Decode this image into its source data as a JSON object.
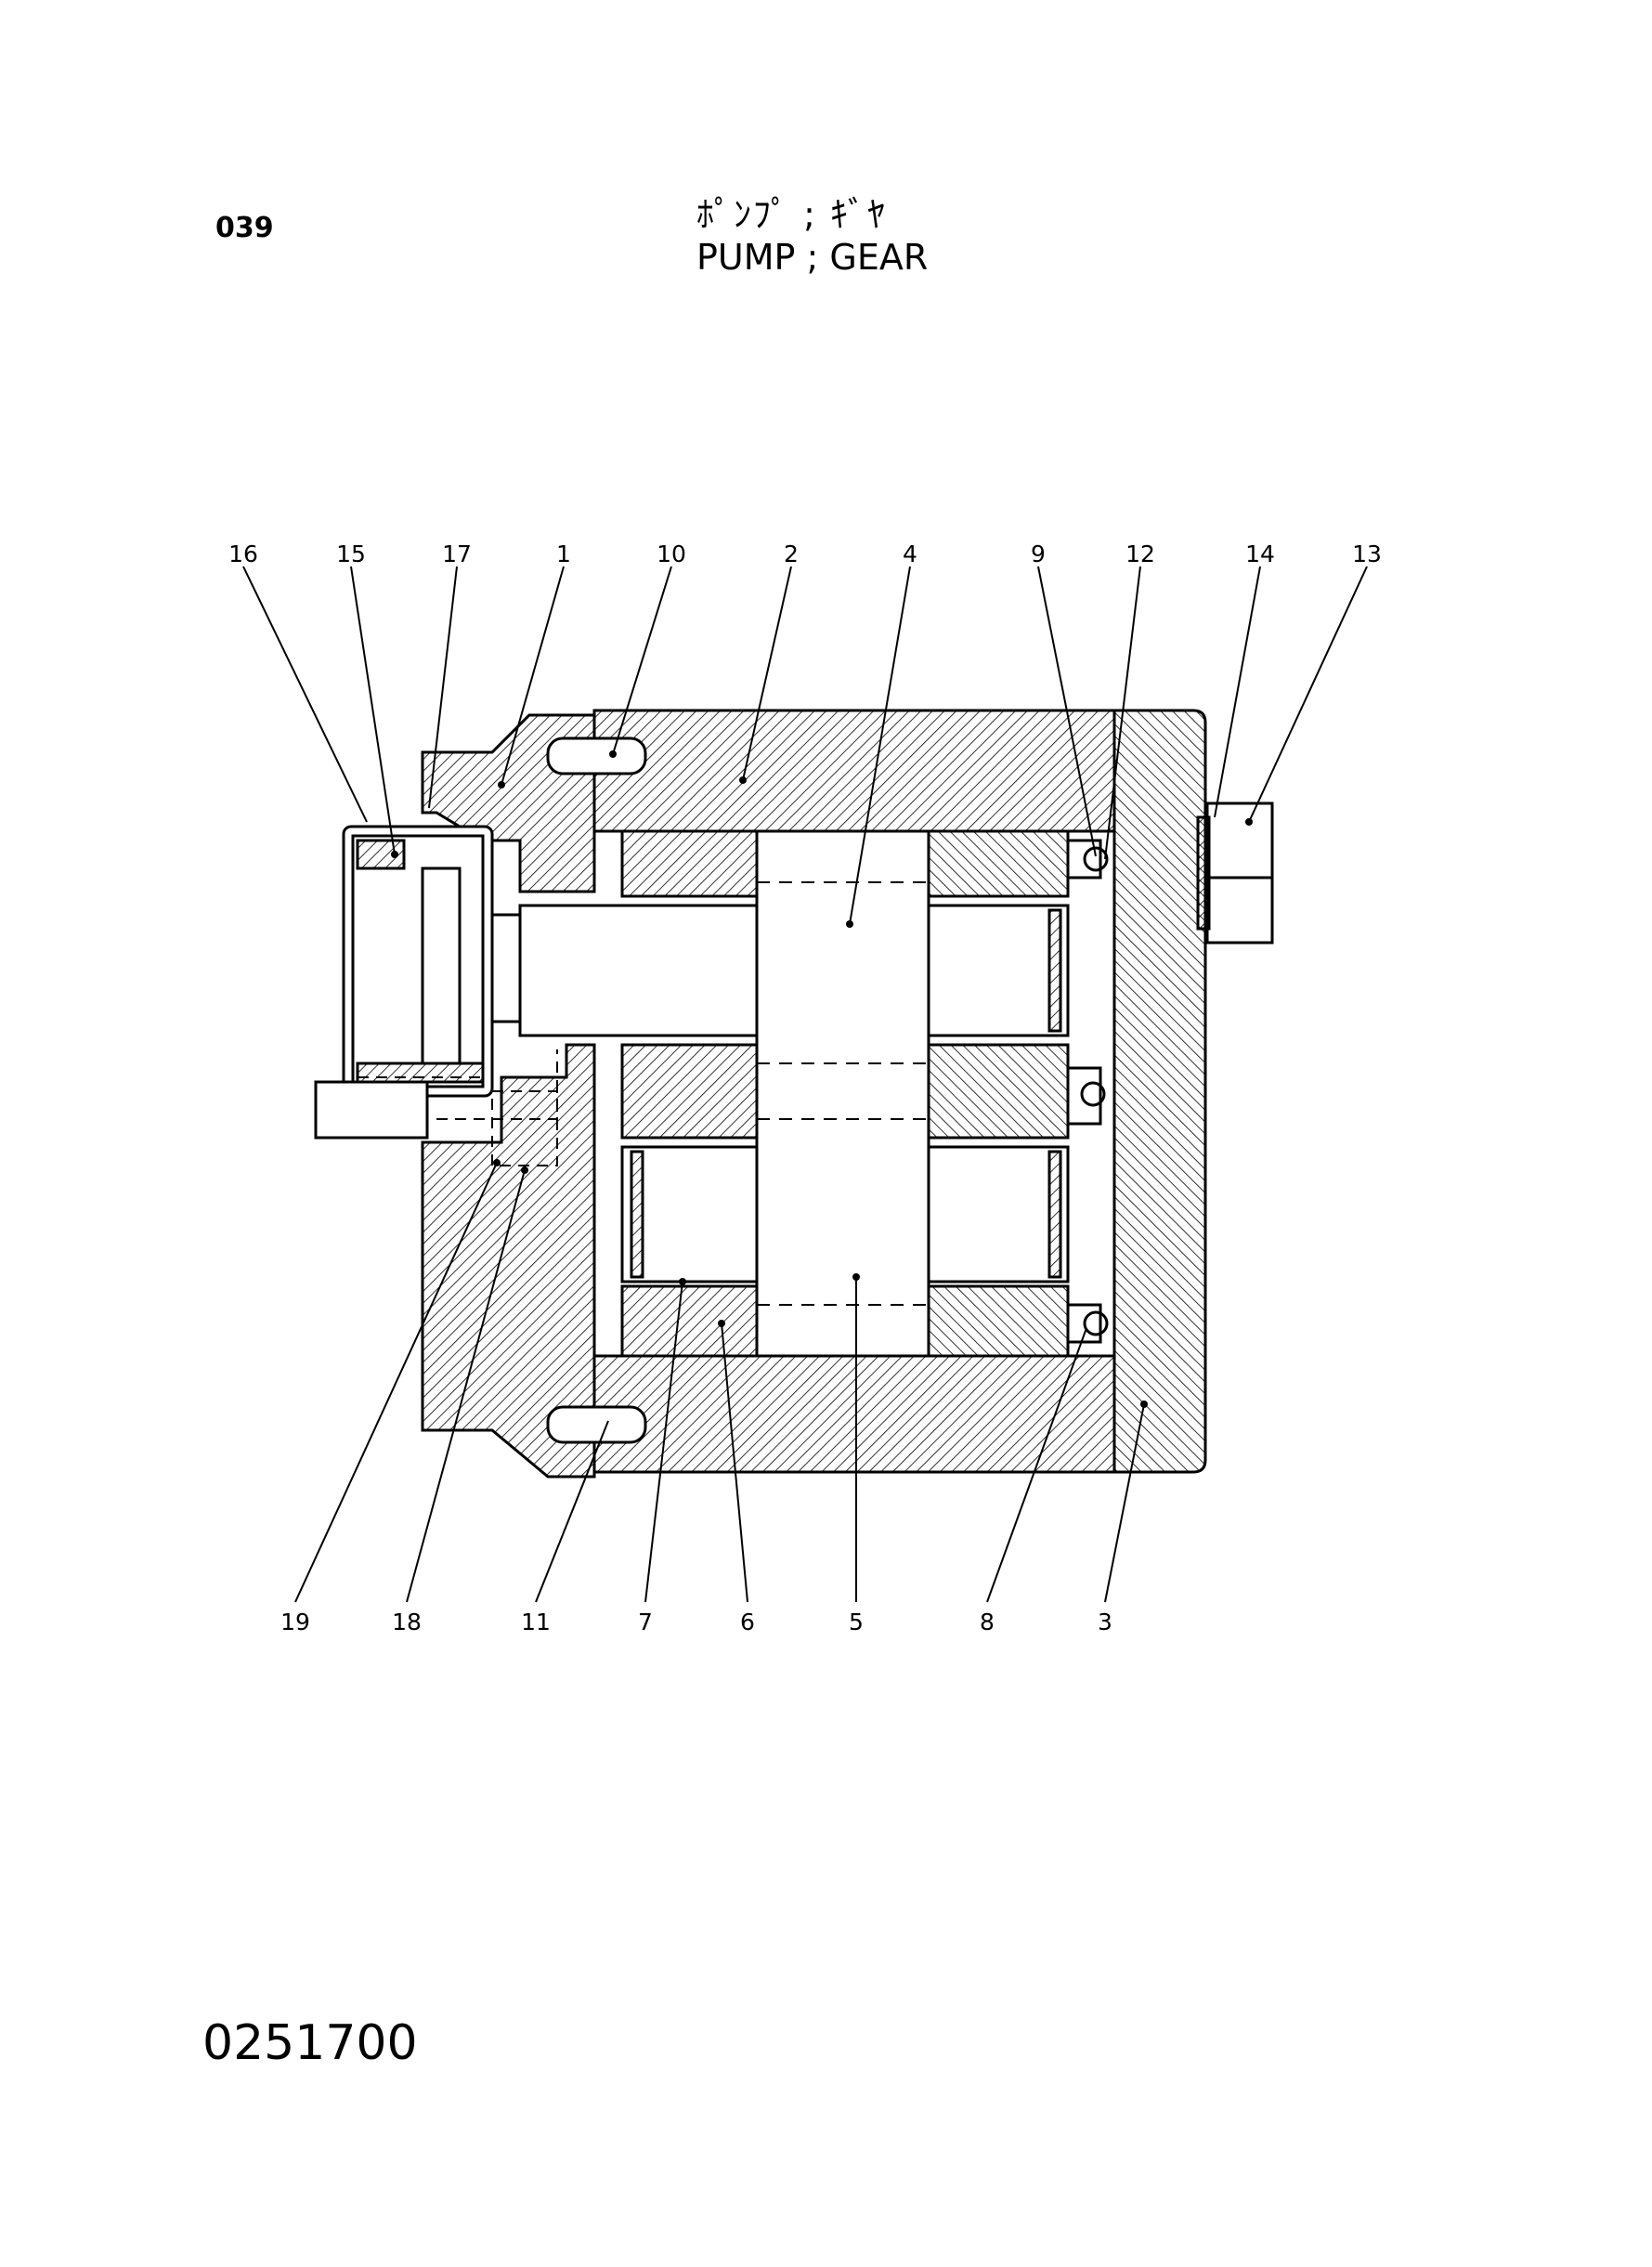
{
  "header": {
    "page_number": "039",
    "title_jp": "ﾎﾟﾝﾌﾟ ; ｷﾞﾔ",
    "title_en": "PUMP ; GEAR"
  },
  "footer": {
    "drawing_number": "0251700"
  },
  "callouts": {
    "top": [
      "16",
      "15",
      "17",
      "1",
      "10",
      "2",
      "4",
      "9",
      "12",
      "14",
      "13"
    ],
    "bottom": [
      "19",
      "18",
      "11",
      "7",
      "6",
      "5",
      "8",
      "3"
    ]
  }
}
